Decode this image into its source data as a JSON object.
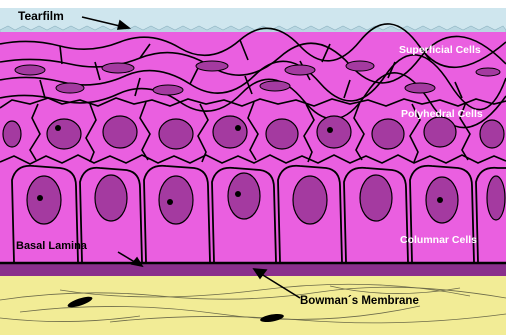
{
  "labels": {
    "tearfilm": "Tearfilm",
    "superficial": "Superficial Cells",
    "polyhedral": "Polyhedral Cells",
    "columnar": "Columnar Cells",
    "basal_lamina": "Basal Lamina",
    "bowmans": "Bowman´s Membrane"
  },
  "colors": {
    "tear_film": "#cfe6ee",
    "cell": "#ea5fe0",
    "nucleus": "#a43aa0",
    "basal_band": "#8a2f8c",
    "bowman_layer": "#f2ec96",
    "outline": "#000000"
  }
}
